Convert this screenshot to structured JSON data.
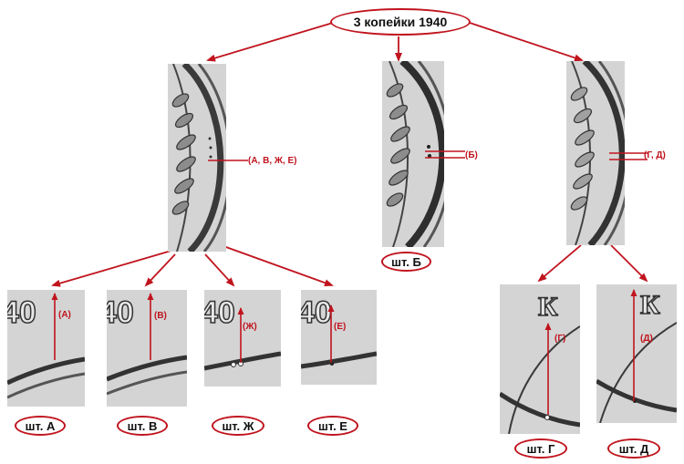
{
  "title": "3 копейки 1940",
  "group_labels": {
    "left": "(А, В, Ж, Е)",
    "middle": "(Б)",
    "right": "(Г, Д)"
  },
  "dies": [
    {
      "id": "A",
      "oval": "шт. А",
      "mark": "(А)"
    },
    {
      "id": "V",
      "oval": "шт. В",
      "mark": "(В)"
    },
    {
      "id": "Zh",
      "oval": "шт. Ж",
      "mark": "(Ж)"
    },
    {
      "id": "E",
      "oval": "шт. Е",
      "mark": "(Е)"
    },
    {
      "id": "B",
      "oval": "шт. Б",
      "mark": ""
    },
    {
      "id": "G",
      "oval": "шт. Г",
      "mark": "(Г)"
    },
    {
      "id": "D",
      "oval": "шт. Д",
      "mark": "(Д)"
    }
  ],
  "photo_text": {
    "digits": "40",
    "letter": "К"
  },
  "colors": {
    "accent": "#c0141e",
    "photo_bg": "#d4d4d4",
    "relief": "#3a3a3a"
  }
}
